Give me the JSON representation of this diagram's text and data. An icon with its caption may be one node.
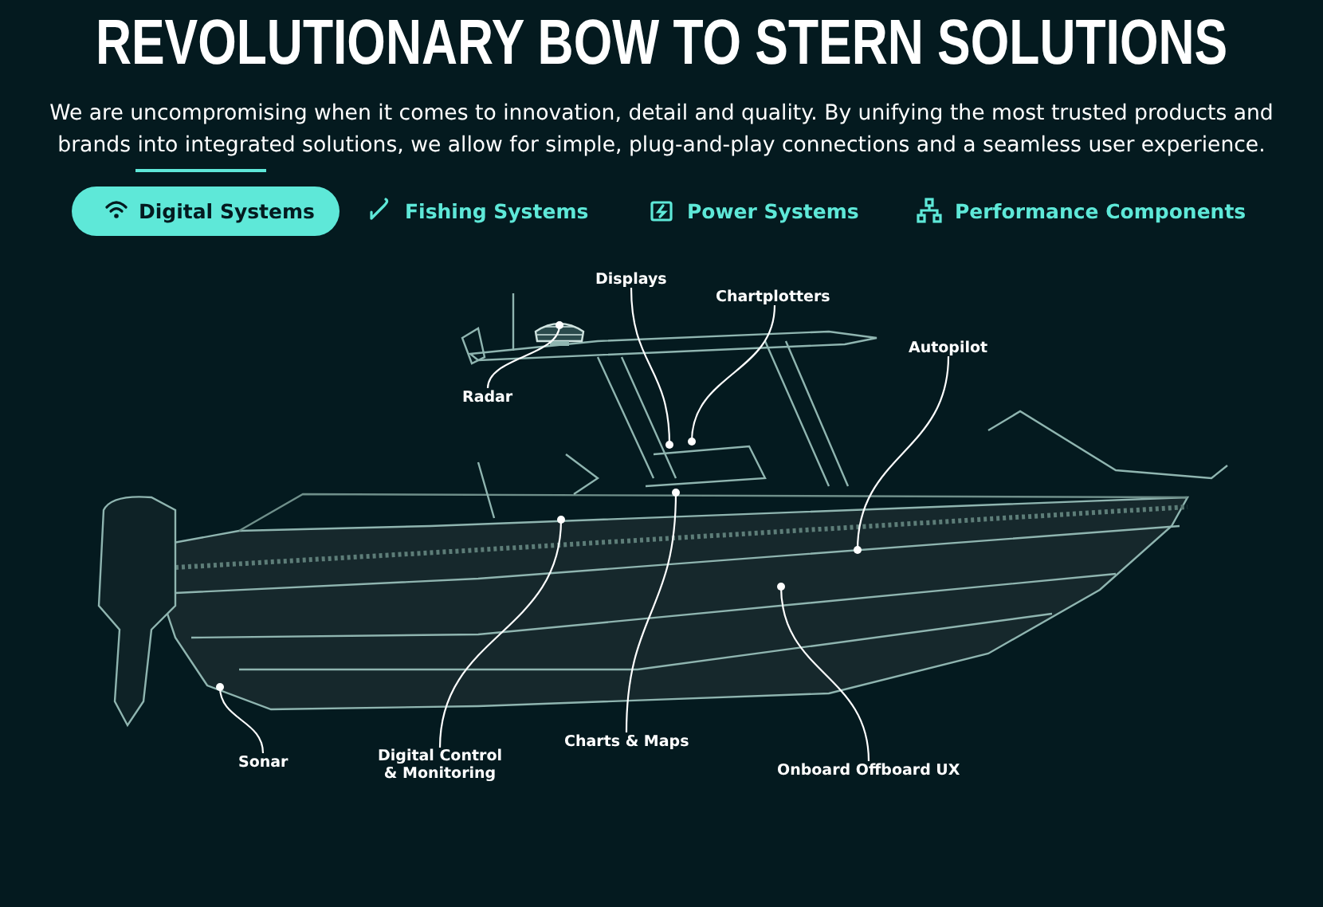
{
  "diagram": {
    "title": "REVOLUTIONARY BOW TO STERN SOLUTIONS",
    "nodes": [
      {
        "text": [
          "Displays"
        ]
      },
      {
        "text": [
          "Chartplotters"
        ]
      },
      {
        "text": [
          "Autopilot"
        ]
      },
      {
        "text": [
          "Radar"
        ]
      },
      {
        "text": [
          "Sonar"
        ]
      },
      {
        "text": [
          "Digital Control & Monitoring"
        ]
      },
      {
        "text": [
          "Charts & Maps"
        ]
      },
      {
        "text": [
          "Onboard Offboard UX"
        ]
      },
      {
        "text": [],
        "shape": "picture"
      }
    ],
    "edges": [
      {
        "from": 0,
        "to": null,
        "arrow": "other"
      },
      {
        "from": 1,
        "to": null,
        "arrow": "other"
      },
      {
        "from": 2,
        "to": null,
        "arrow": "other"
      },
      {
        "from": 3,
        "to": 8,
        "arrow": "other"
      },
      {
        "from": 4,
        "to": null,
        "arrow": "other"
      },
      {
        "from": 5,
        "to": null,
        "arrow": "other"
      },
      {
        "from": 6,
        "to": null,
        "arrow": "other"
      },
      {
        "from": 7,
        "to": null,
        "arrow": "other"
      }
    ],
    "labels": [
      "We are uncompromising when it comes to innovation, detail and quality. By unifying the most trusted products and brands into integrated solutions, we allow for simple, plug-and-play connections and a seamless user experience.",
      "Digital Systems",
      "Fishing Systems",
      "Power Systems",
      "Performance Components"
    ]
  }
}
